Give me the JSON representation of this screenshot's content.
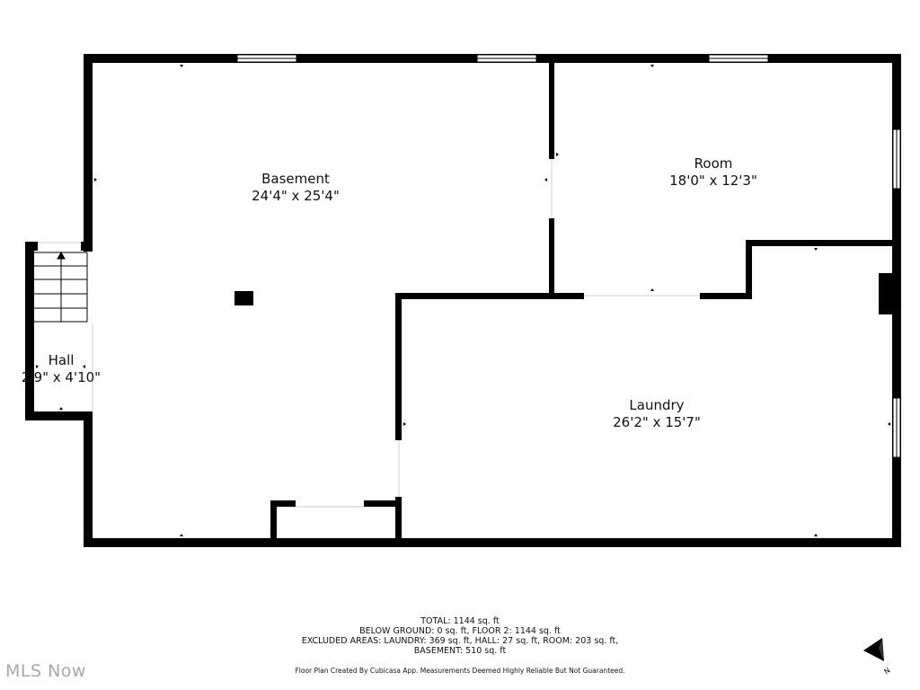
{
  "rooms": {
    "basement": {
      "name": "Basement",
      "size": "24'4\" x 25'4\""
    },
    "room": {
      "name": "Room",
      "size": "18'0\" x 12'3\""
    },
    "laundry": {
      "name": "Laundry",
      "size": "26'2\" x 15'7\""
    },
    "hall": {
      "name": "Hall",
      "size": "2'9\" x 4'10\""
    }
  },
  "summary": {
    "total": "TOTAL: 1144 sq. ft",
    "below": "BELOW GROUND: 0 sq. ft, FLOOR 2: 1144 sq. ft",
    "excluded": "EXCLUDED AREAS: LAUNDRY: 369 sq. ft, HALL: 27 sq. ft, ROOM: 203 sq. ft,",
    "basement_area": "BASEMENT: 510 sq. ft"
  },
  "disclaimer": "Floor Plan Created By Cubicasa App. Measurements Deemed Highly Reliable But Not Guaranteed.",
  "watermark": "MLS Now",
  "compass": {
    "letter": "N",
    "icon": "north-arrow-icon"
  },
  "colors": {
    "wall": "#000000",
    "background": "#ffffff",
    "watermark": "#a8a8a8"
  }
}
